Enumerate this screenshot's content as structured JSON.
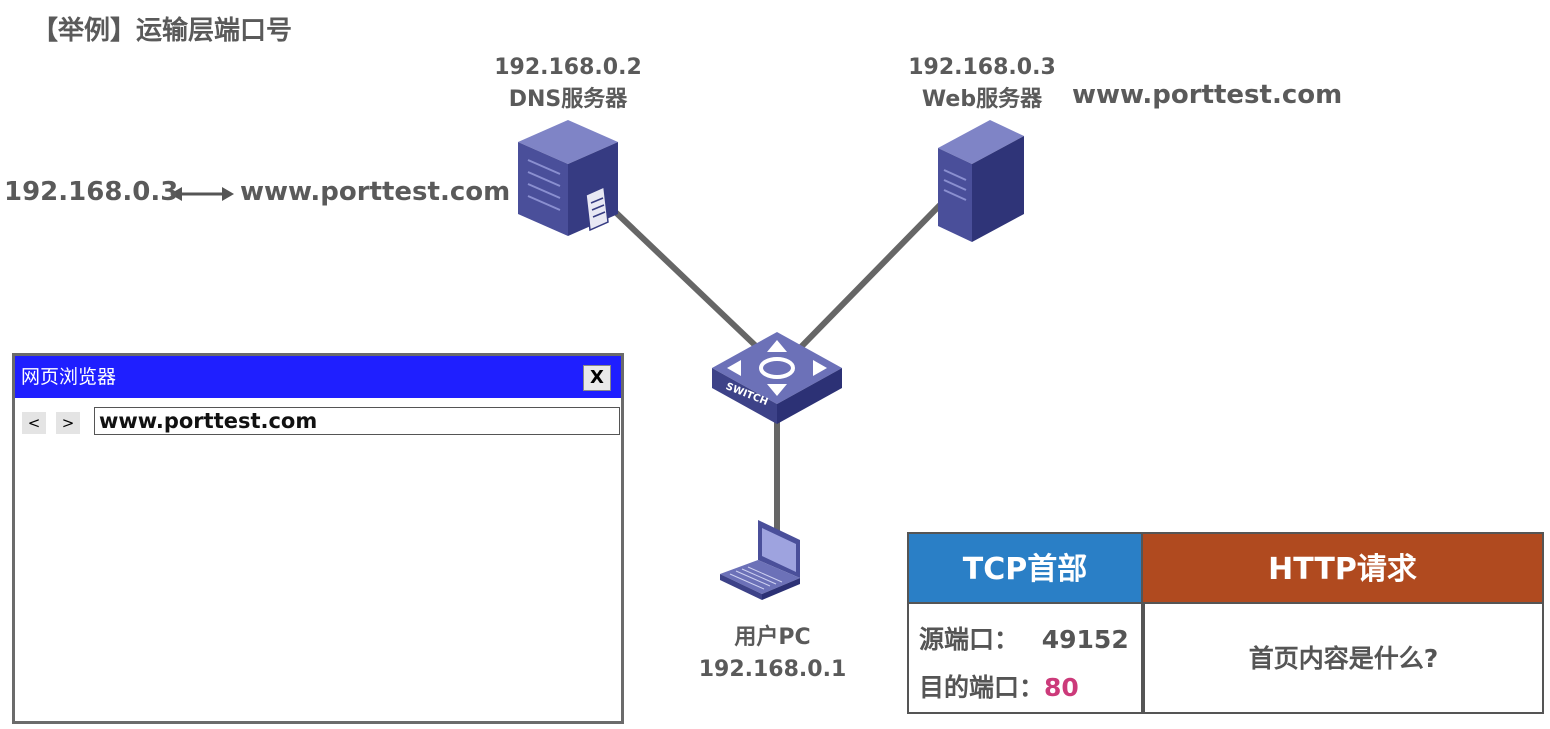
{
  "title": "【举例】运输层端口号",
  "dns_server": {
    "ip": "192.168.0.2",
    "label": "DNS服务器"
  },
  "web_server": {
    "ip": "192.168.0.3",
    "label": "Web服务器",
    "domain": "www.porttest.com"
  },
  "dns_mapping": {
    "ip": "192.168.0.3",
    "domain": "www.porttest.com"
  },
  "switch": {
    "label": "SWITCH"
  },
  "user_pc": {
    "label": "用户PC",
    "ip": "192.168.0.1"
  },
  "browser": {
    "title": "网页浏览器",
    "close_label": "X",
    "back_label": "<",
    "forward_label": ">",
    "url": "www.porttest.com"
  },
  "packet": {
    "tcp_header": "TCP首部",
    "http_header": "HTTP请求",
    "src_port_label": "源端口：",
    "src_port_value": "49152",
    "dst_port_label": "目的端口：",
    "dst_port_value": "80",
    "http_body": "首页内容是什么?"
  },
  "colors": {
    "tcp_header_bg": "#2a7fc6",
    "http_header_bg": "#b04a1f",
    "browser_titlebar": "#1f1fff",
    "port_highlight": "#cc3a7a",
    "device_color": "#4a4f9a"
  },
  "icons": [
    "dns-server-icon",
    "web-server-icon",
    "switch-icon",
    "laptop-icon",
    "double-arrow-icon"
  ]
}
